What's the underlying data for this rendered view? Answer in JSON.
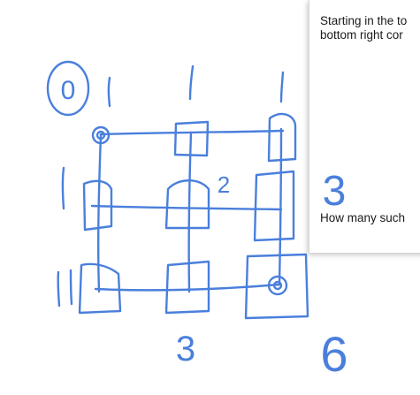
{
  "question_panel": {
    "line_1": "Starting in the to",
    "line_2": "bottom right cor",
    "line_3": "How many such"
  },
  "sketch": {
    "ink_color": "#4a7fdc",
    "labels": {
      "corner_zero": "0",
      "count_two": "2",
      "count_three_right": "3",
      "count_three_bottom": "3",
      "count_six": "6"
    }
  }
}
